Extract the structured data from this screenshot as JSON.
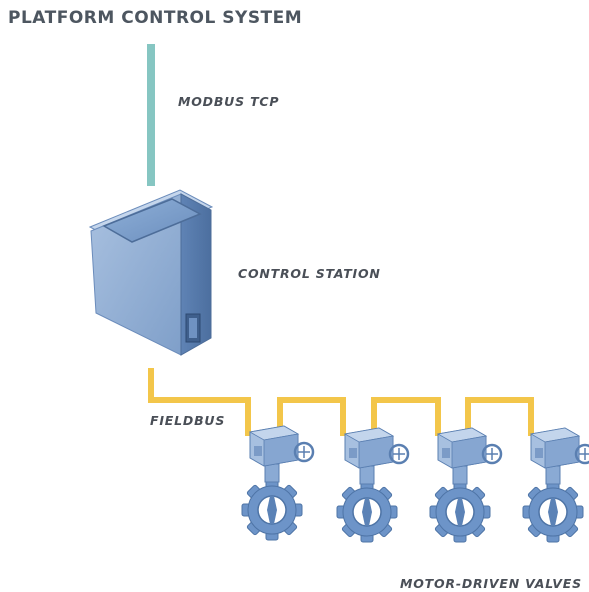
{
  "title": "PLATFORM CONTROL SYSTEM",
  "labels": {
    "modbus": "MODBUS TCP",
    "control_station": "CONTROL STATION",
    "fieldbus": "FIELDBUS",
    "valves": "MOTOR-DRIVEN VALVES"
  },
  "valve_count": 4,
  "colors": {
    "modbus_line": "#86c6c2",
    "fieldbus_line": "#f3c64a",
    "equipment_blue": "#6e96c8",
    "text": "#4a4f57"
  }
}
